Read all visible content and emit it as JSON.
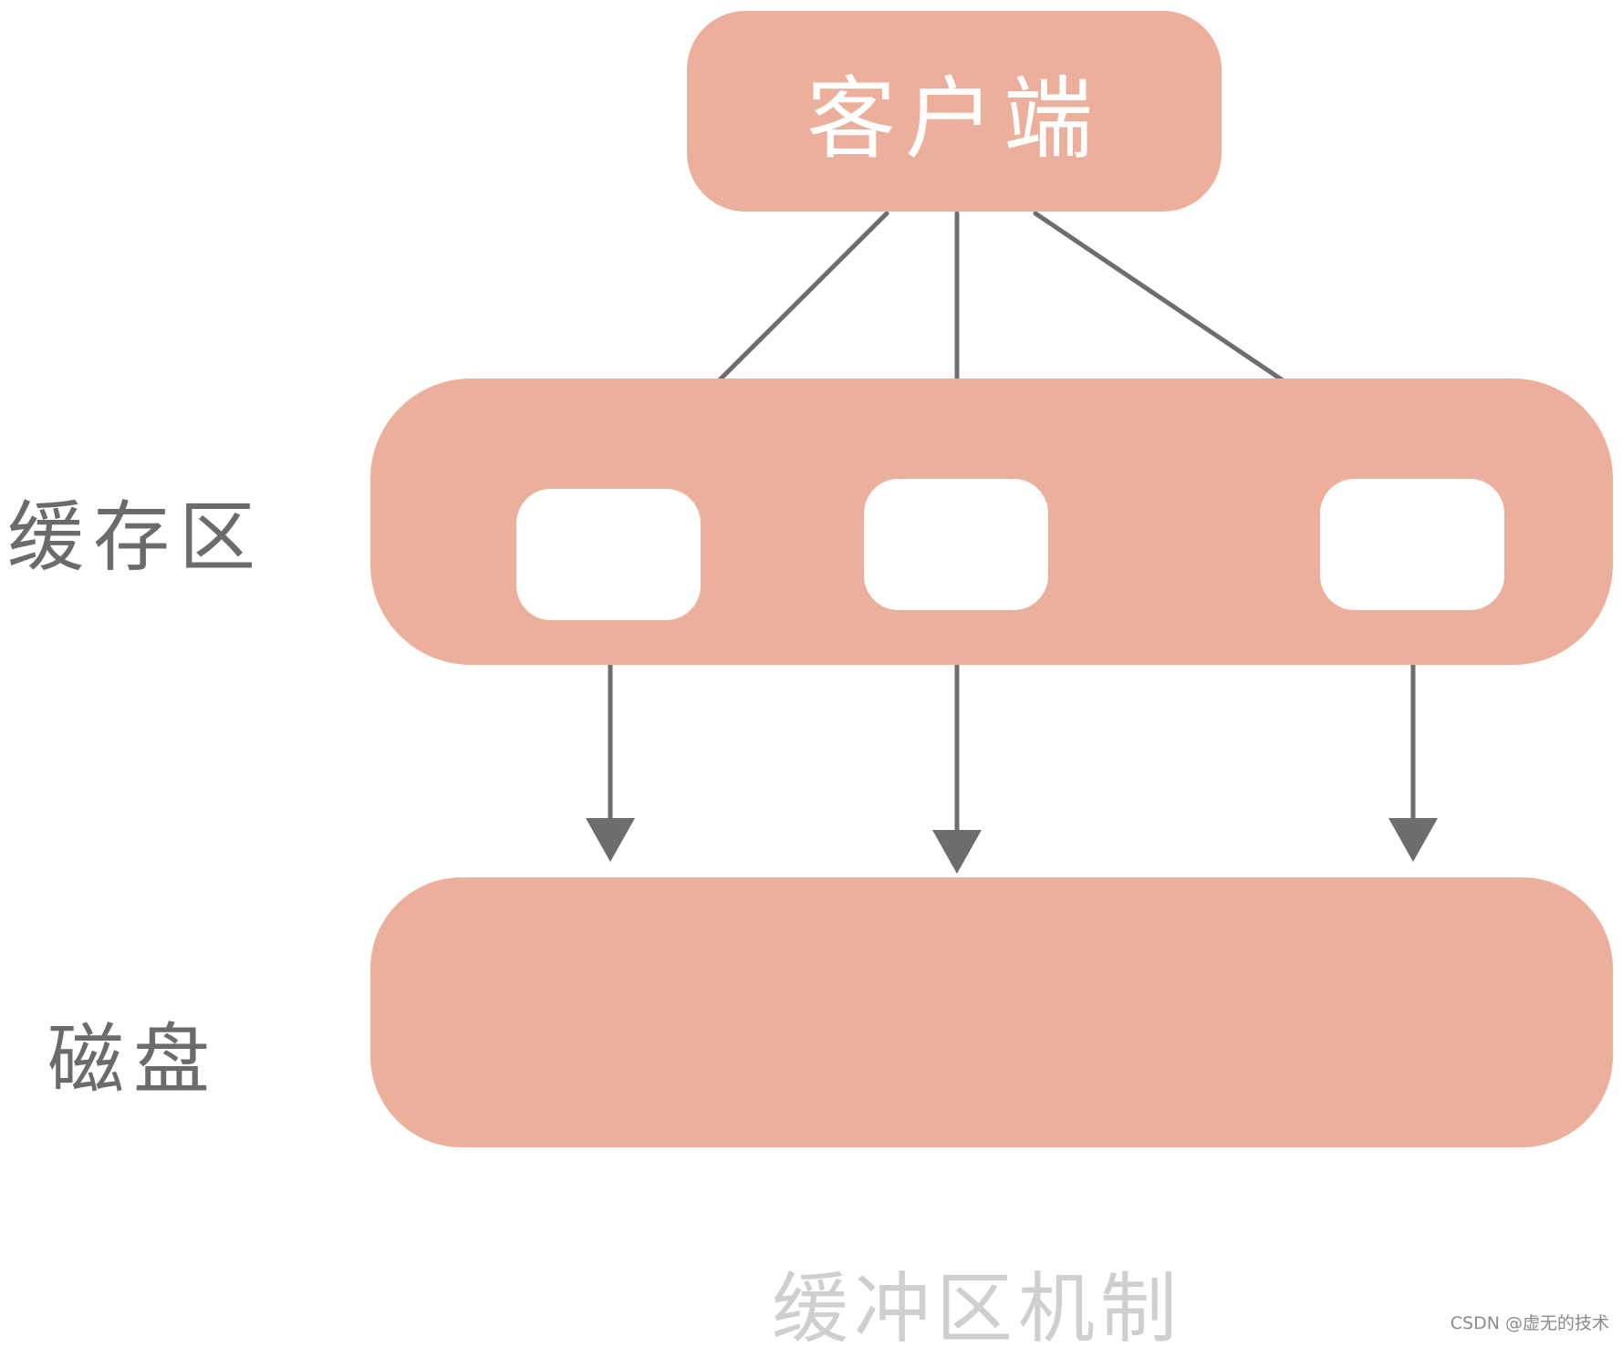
{
  "diagram": {
    "client": {
      "label": "客户端"
    },
    "cache": {
      "label": "缓存区",
      "block_count": 3
    },
    "disk": {
      "label": "磁盘"
    },
    "caption": "缓冲区机制",
    "watermark": "CSDN @虚无的技术"
  },
  "colors": {
    "box_fill": "#ebaf9c",
    "block_fill": "#ffffff",
    "arrow": "#6d6d6d",
    "side_label": "#6b6b6b",
    "caption": "#cfcfcf"
  }
}
